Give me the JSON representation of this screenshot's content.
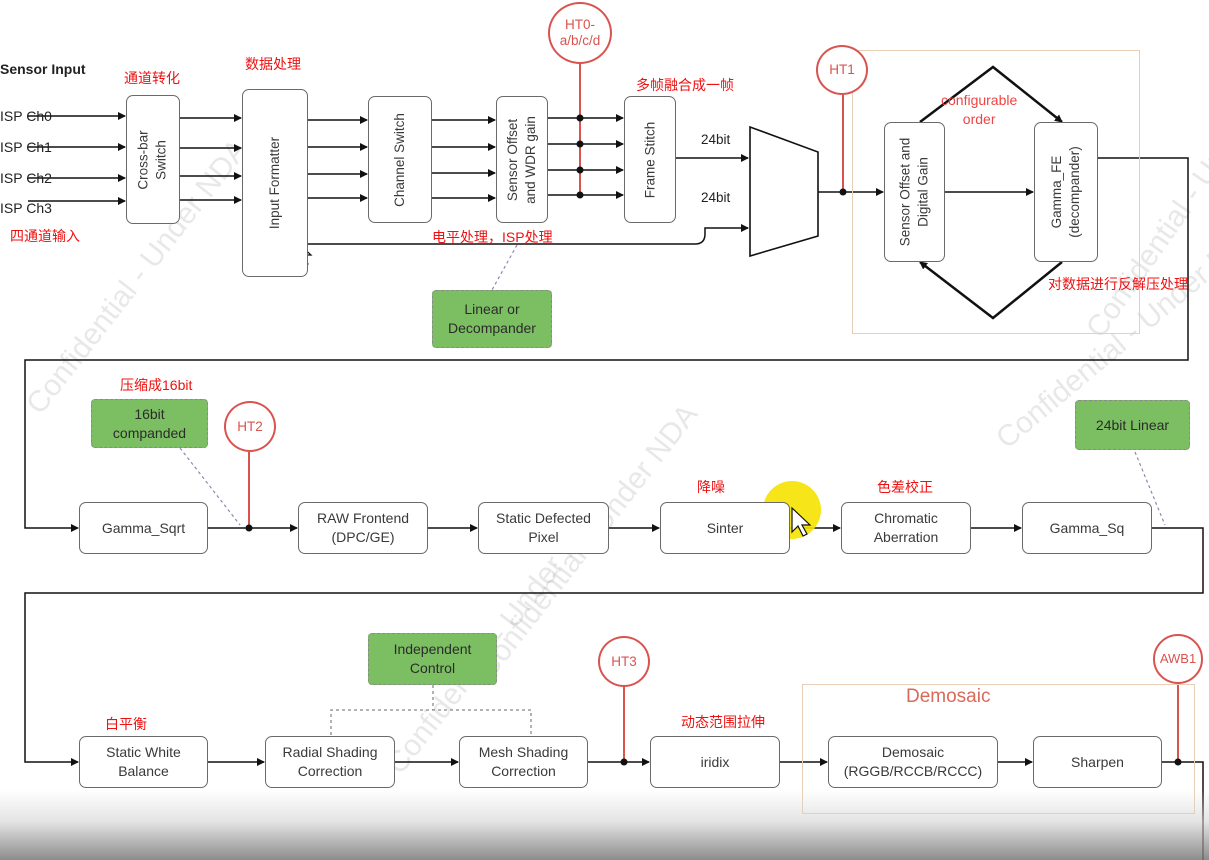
{
  "title": "Sensor Input",
  "inputs": [
    "ISP Ch0",
    "ISP Ch1",
    "ISP Ch2",
    "ISP Ch3"
  ],
  "annotations": {
    "four_channel_input": "四通道输入",
    "channel_convert": "通道转化",
    "data_processing": "数据处理",
    "level_isp_processing": "电平处理，ISP处理",
    "multi_frame_merge": "多帧融合成一帧",
    "decompress": "对数据进行反解压处理",
    "compress_16bit": "压缩成16bit",
    "denoise": "降噪",
    "chromatic_correction": "色差校正",
    "white_balance": "白平衡",
    "dynamic_range": "动态范围拉伸"
  },
  "blocks": {
    "crossbar": "Cross-bar\nSwitch",
    "input_formatter": "Input Formatter",
    "channel_switch": "Channel Switch",
    "sensor_offset_wdr": "Sensor Offset\nand WDR gain",
    "frame_stitch": "Frame Stitch",
    "sensor_offset_digital": "Sensor Offset and\nDigital Gain",
    "gamma_fe": "Gamma_FE\n(decompander)",
    "gamma_sqrt": "Gamma_Sqrt",
    "raw_frontend": "RAW Frontend\n(DPC/GE)",
    "static_defected": "Static Defected\nPixel",
    "sinter": "Sinter",
    "chromatic_aberration": "Chromatic\nAberration",
    "gamma_sq": "Gamma_Sq",
    "static_wb": "Static White\nBalance",
    "radial_shading": "Radial Shading\nCorrection",
    "mesh_shading": "Mesh Shading\nCorrection",
    "iridix": "iridix",
    "demosaic": "Demosaic\n(RGGB/RCCB/RCCC)",
    "sharpen": "Sharpen"
  },
  "notes": {
    "linear_or_decompander": "Linear or\nDecompander",
    "companded_16bit": "16bit\ncompanded",
    "linear_24bit": "24bit Linear",
    "independent_control": "Independent\nControl",
    "configurable_order": "configurable\norder",
    "bit24_a": "24bit",
    "bit24_b": "24bit",
    "demosaic_region": "Demosaic"
  },
  "taps": {
    "ht0": "HT0-\na/b/c/d",
    "ht1": "HT1",
    "ht2": "HT2",
    "ht3": "HT3",
    "awb1": "AWB1"
  },
  "watermark": [
    "Confidential - Under NDA",
    "Confidential - Under NDA",
    "Confidential - Under NDA",
    "Confidential - Under NDA",
    "Confidential - Under N"
  ]
}
